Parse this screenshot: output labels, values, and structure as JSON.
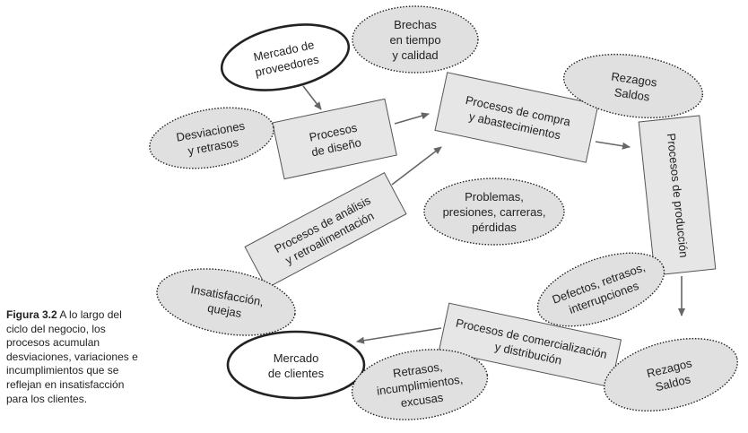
{
  "caption": {
    "label": "Figura 3.2",
    "text": "A lo largo del ciclo del negocio, los procesos acumulan desviaciones, variaciones e incumplimientos que se reflejan en insatisfacción para los clientes."
  },
  "nodes": {
    "mercado_proveedores": [
      "Mercado de",
      "proveedores"
    ],
    "brechas": [
      "Brechas",
      "en tiempo",
      "y calidad"
    ],
    "desviaciones": [
      "Desviaciones",
      "y retrasos"
    ],
    "procesos_diseno": [
      "Procesos",
      "de diseño"
    ],
    "procesos_compra": [
      "Procesos de compra",
      "y abastecimientos"
    ],
    "rezagos_top": [
      "Rezagos",
      "Saldos"
    ],
    "procesos_produccion": [
      "Procesos de producción"
    ],
    "problemas": [
      "Problemas,",
      "presiones, carreras,",
      "pérdidas"
    ],
    "procesos_analisis": [
      "Procesos de análisis",
      "y retroalimentación"
    ],
    "insatisfaccion": [
      "Insatisfacción,",
      "quejas"
    ],
    "defectos": [
      "Defectos, retrasos,",
      "interrupciones"
    ],
    "procesos_comercializacion": [
      "Procesos de comercialización",
      "y distribución"
    ],
    "mercado_clientes": [
      "Mercado",
      "de clientes"
    ],
    "retrasos": [
      "Retrasos,",
      "incumplimientos,",
      "excusas"
    ],
    "rezagos_bottom": [
      "Rezagos",
      "Saldos"
    ]
  }
}
